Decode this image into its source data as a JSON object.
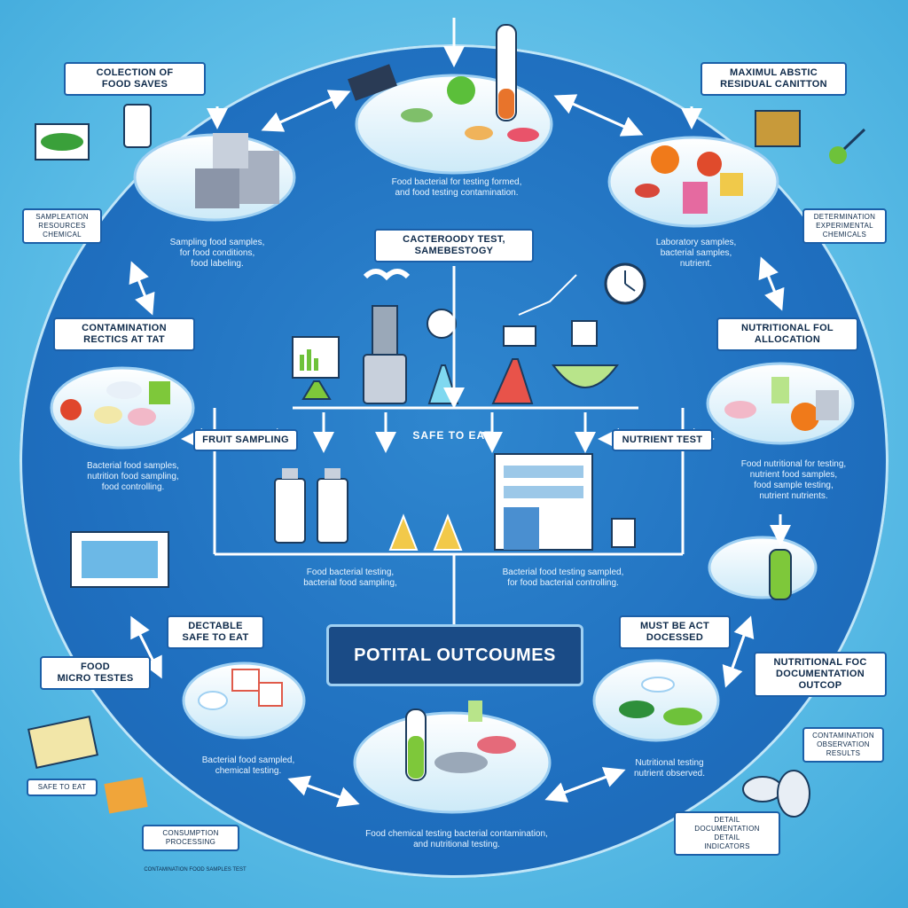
{
  "center_title": "POTITAL OUTCOUMES",
  "safe_to_eat": "SAFE TO EAT",
  "labels": {
    "collection": "COLECTION OF\nFOOD SAVES",
    "residual": "MAXIMUL ABSTIC\nRESIDUAL CANITTON",
    "cactero_test": "CACTEROODY TEST,\nSAMEBESTOGY",
    "fruit_sampling": "FRUIT SAMPLING",
    "contamination": "CONTAMINATION RECTICS AT TAT",
    "left_notes": "SAMPLEATION\nRESOURCES\nCHEMICAL",
    "right_notes": "DETERMINATION\nEXPERIMENTAL\nCHEMICALS",
    "nutritional_top": "NUTRITIONAL FOL\nALLOCATION",
    "nutrient_test": "NUTRIENT TEST",
    "dectable": "DECTABLE\nSAFE TO EAT",
    "food_tests": "FOOD\nMICRO TESTES",
    "must_be": "MUST BE ACT\nDOCESSED",
    "nutritional_bottom": "NUTRITIONAL FOC\nDOCUMENTATION\nOUTCOP",
    "bottom_left": "CONSUMPTION\nPROCESSING",
    "bottom_right_small": "CONTAMINATION\nOBSERVATION\nRESULTS",
    "bottom_right": "DETAIL\nDOCUMENTATION\nDETAIL\nINDICATORS",
    "safe_label": "SAFE TO EAT"
  },
  "captions": {
    "top_center": "Food bacterial for testing formed,\nand food testing contamination.",
    "top_left": "Sampling food samples,\nfor food conditions,\nfood labeling.",
    "top_right": "Laboratory samples,\nbacterial samples,\nnutrient.",
    "mid_left": "Bacterial food samples,\nnutrition food sampling,\nfood controlling.",
    "mid_right": "Food nutritional for testing,\nnutrient food samples,\nfood sample testing,\nnutrient nutrients.",
    "center_left": "Food bacterial testing,\nbacterial food sampling,",
    "center_right": "Bacterial food testing sampled,\nfor food bacterial controlling.",
    "bottom_left": "Bacterial food sampled,\nchemical testing.",
    "bottom_right": "Nutritional testing\nnutrient observed.",
    "bottom_center": "Food chemical testing bacterial contamination,\nand nutritional testing.",
    "footer": "CONTAMINATION FOOD SAMPLES TEST"
  },
  "colors": {
    "background": "#5bbce6",
    "circle": "#1f6fbf",
    "title_box": "#1a4b86",
    "label_border": "#1b5fa8",
    "arrow": "#ffffff"
  },
  "icons": [
    "test-tube-icon",
    "flask-icon",
    "bottle-icon",
    "building-icon",
    "clock-icon",
    "apple-icon",
    "bowl-icon",
    "monitor-icon",
    "clipboard-icon",
    "pill-icon"
  ]
}
